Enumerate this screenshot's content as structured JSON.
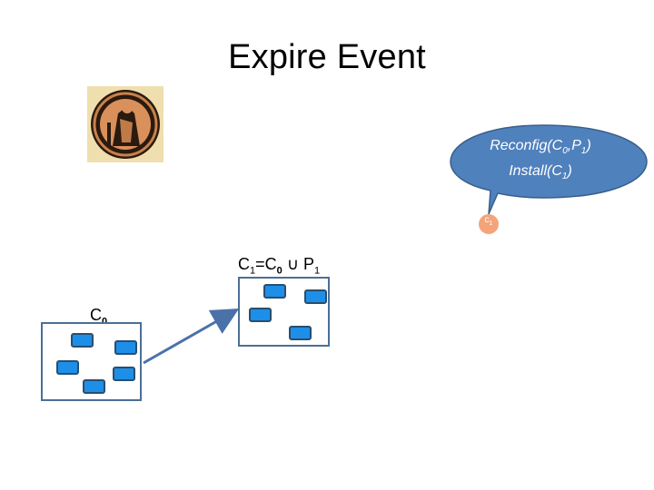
{
  "title": "Expire Event",
  "callout": {
    "line1_prefix": "Reconfig(C",
    "line1_sub1": "0",
    "line1_mid": ",P",
    "line1_sub2": "1",
    "line1_suffix": ")",
    "line2_prefix": "Install(C",
    "line2_sub": "1",
    "line2_suffix": ")",
    "fill_color": "#4f81bd",
    "stroke_color": "#3a5f8a"
  },
  "token": {
    "label_prefix": "c",
    "label_sub": "1",
    "fill_color": "#f4a47a"
  },
  "config_c1": {
    "label_prefix": "C",
    "label_sub": "1",
    "label_eq": "=C",
    "label_sub2": "0",
    "label_union": " ∪ P",
    "label_sub3": "1"
  },
  "config_c0": {
    "label_prefix": "C",
    "label_sub": "0"
  },
  "colors": {
    "node_fill": "#1e8fe8",
    "node_border": "#2a4e6e",
    "box_border": "#4a6f97",
    "arrow": "#4a72a8"
  },
  "icons": {
    "portrait": "greek-vase-portrait-icon"
  }
}
